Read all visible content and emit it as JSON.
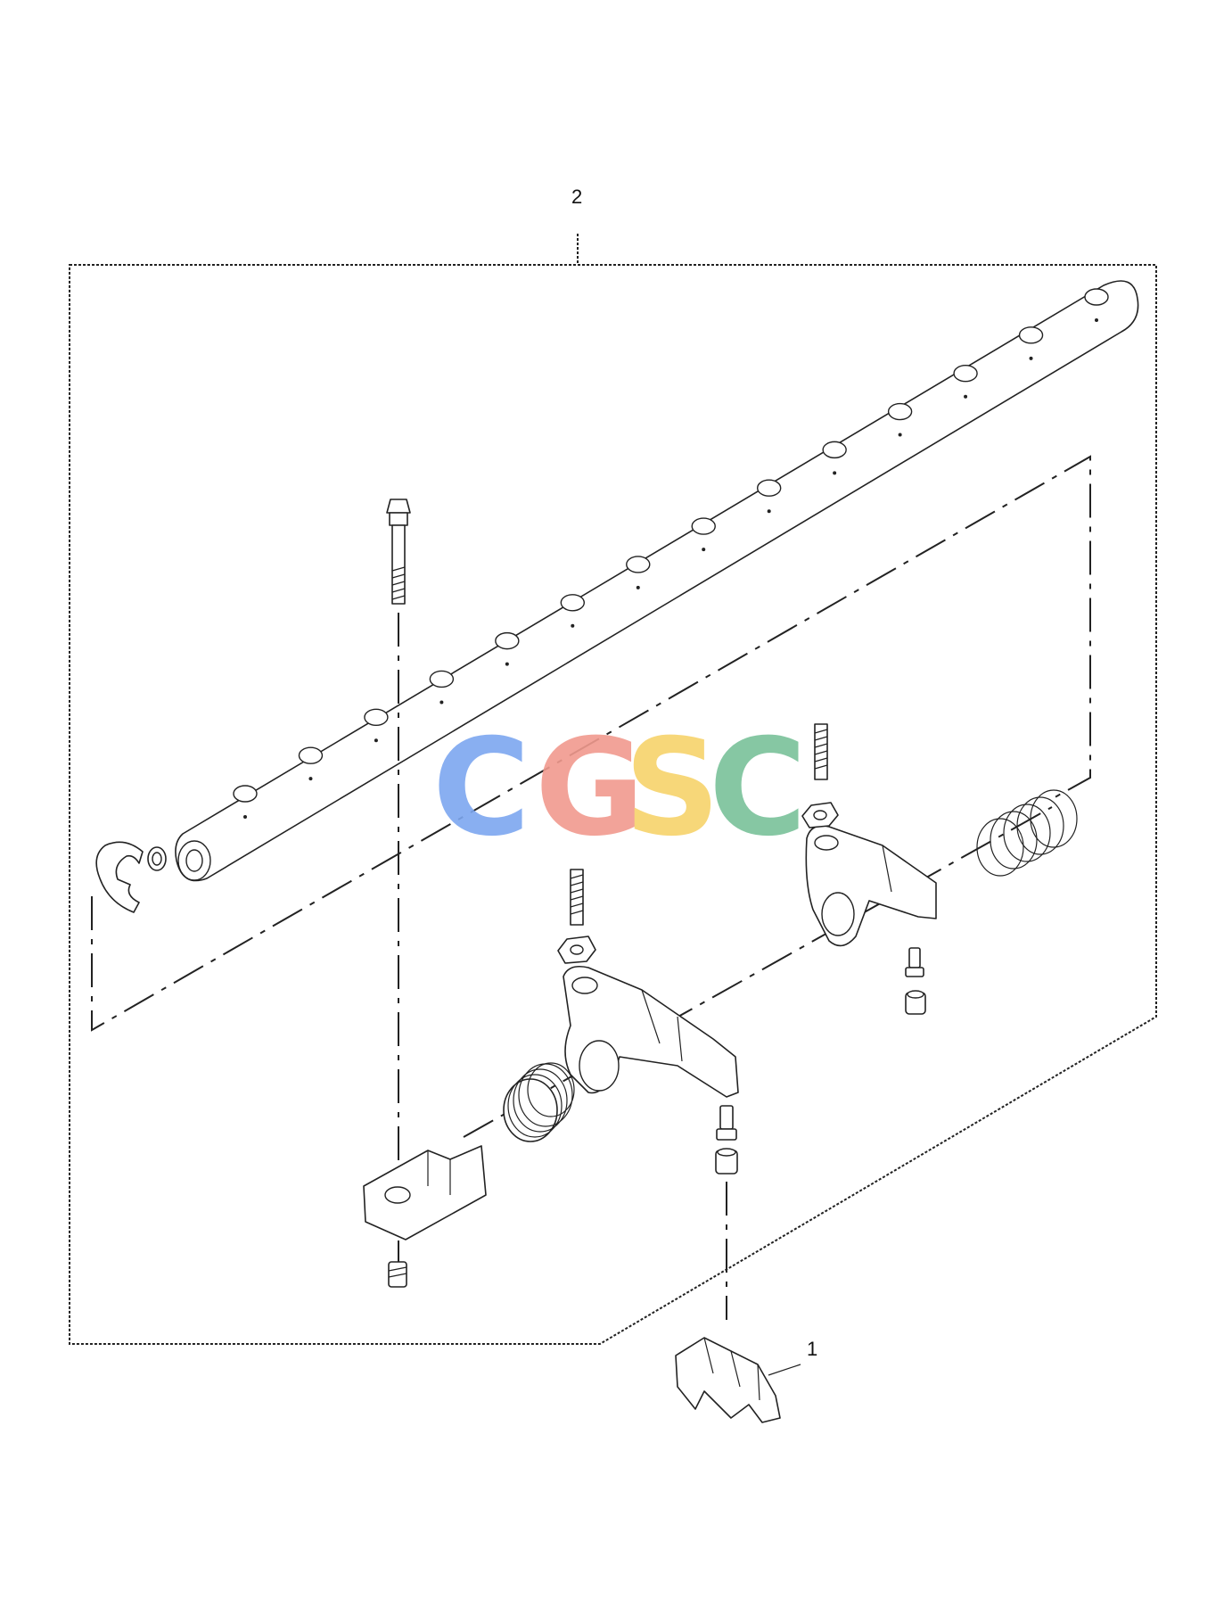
{
  "diagram": {
    "callouts": [
      {
        "id": "2",
        "label": "2"
      },
      {
        "id": "1",
        "label": "1"
      }
    ],
    "watermark": {
      "letters": [
        "C",
        "G",
        "S",
        "C"
      ],
      "colors": [
        "#7da7f0",
        "#f19a8e",
        "#f7d36b",
        "#79c29a"
      ]
    },
    "colors": {
      "line": "#222222",
      "background": "#ffffff"
    }
  }
}
